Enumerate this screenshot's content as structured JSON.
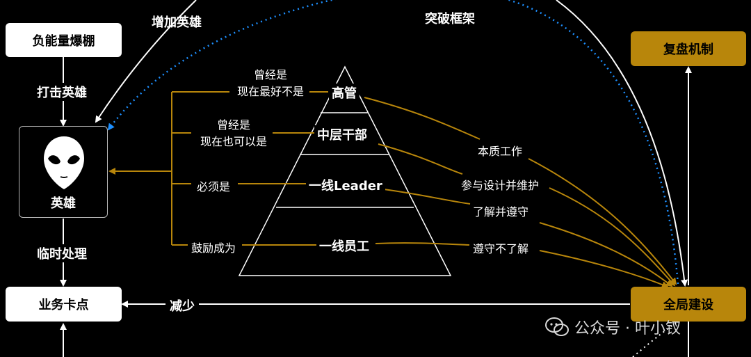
{
  "boxes": {
    "negative_energy": "负能量爆棚",
    "business_block": "业务卡点",
    "review_mechanism": "复盘机制",
    "global_build": "全局建设"
  },
  "hero": {
    "label": "英雄",
    "icon": "alien-head-icon"
  },
  "arrow_labels": {
    "add_hero": "增加英雄",
    "break_frame": "突破框架",
    "hit_hero": "打击英雄",
    "temp_handle": "临时处理",
    "reduce": "减少"
  },
  "pyramid": {
    "tiers": [
      {
        "name": "高管",
        "expectation": "曾经是\n现在最好不是",
        "relation": "本质工作"
      },
      {
        "name": "中层干部",
        "expectation": "曾经是\n现在也可以是",
        "relation": "参与设计并维护"
      },
      {
        "name": "一线Leader",
        "expectation": "必须是",
        "relation": "了解并遵守"
      },
      {
        "name": "一线员工",
        "expectation": "鼓励成为",
        "relation": "遵守不了解"
      }
    ]
  },
  "watermark": {
    "icon": "wechat-icon",
    "text": "公众号 · 叶小钗"
  },
  "colors": {
    "gold": "#b8860b",
    "blue_dotted": "#1e90ff",
    "background": "#000000",
    "white": "#ffffff"
  }
}
